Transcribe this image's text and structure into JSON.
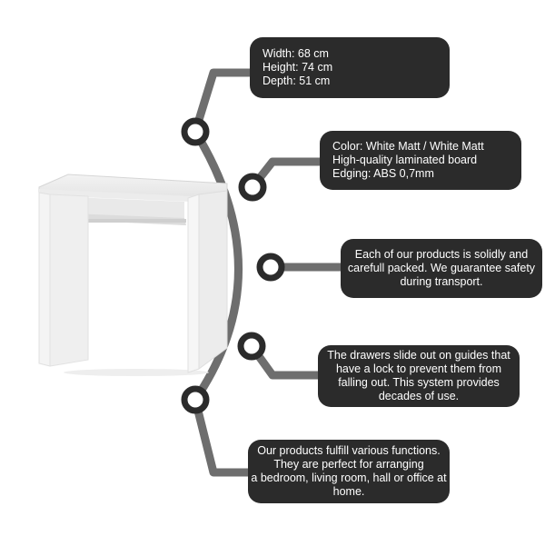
{
  "theme": {
    "callout_bg": "#2b2b2b",
    "callout_text": "#ffffff",
    "connector": "#6e6e6e",
    "node_fill": "#ffffff",
    "node_stroke": "#2b2b2b"
  },
  "product": {
    "image": "white-desk-with-keyboard-shelf"
  },
  "callouts": [
    {
      "lines": [
        "Width: 68 cm",
        "Height: 74 cm",
        "Depth: 51 cm"
      ]
    },
    {
      "lines": [
        "Color: White Matt / White Matt",
        "High-quality laminated board",
        "Edging: ABS 0,7mm"
      ]
    },
    {
      "lines": [
        "Each of our products is solidly and",
        "carefull packed. We guarantee safety",
        "during transport."
      ]
    },
    {
      "lines": [
        "The drawers slide out on guides that",
        "have a lock to prevent them from",
        "falling out. This system provides",
        "decades of use."
      ]
    },
    {
      "lines": [
        "Our products fulfill various functions.",
        "They are perfect for arranging",
        "a bedroom, living room, hall or office at",
        "home."
      ]
    }
  ]
}
